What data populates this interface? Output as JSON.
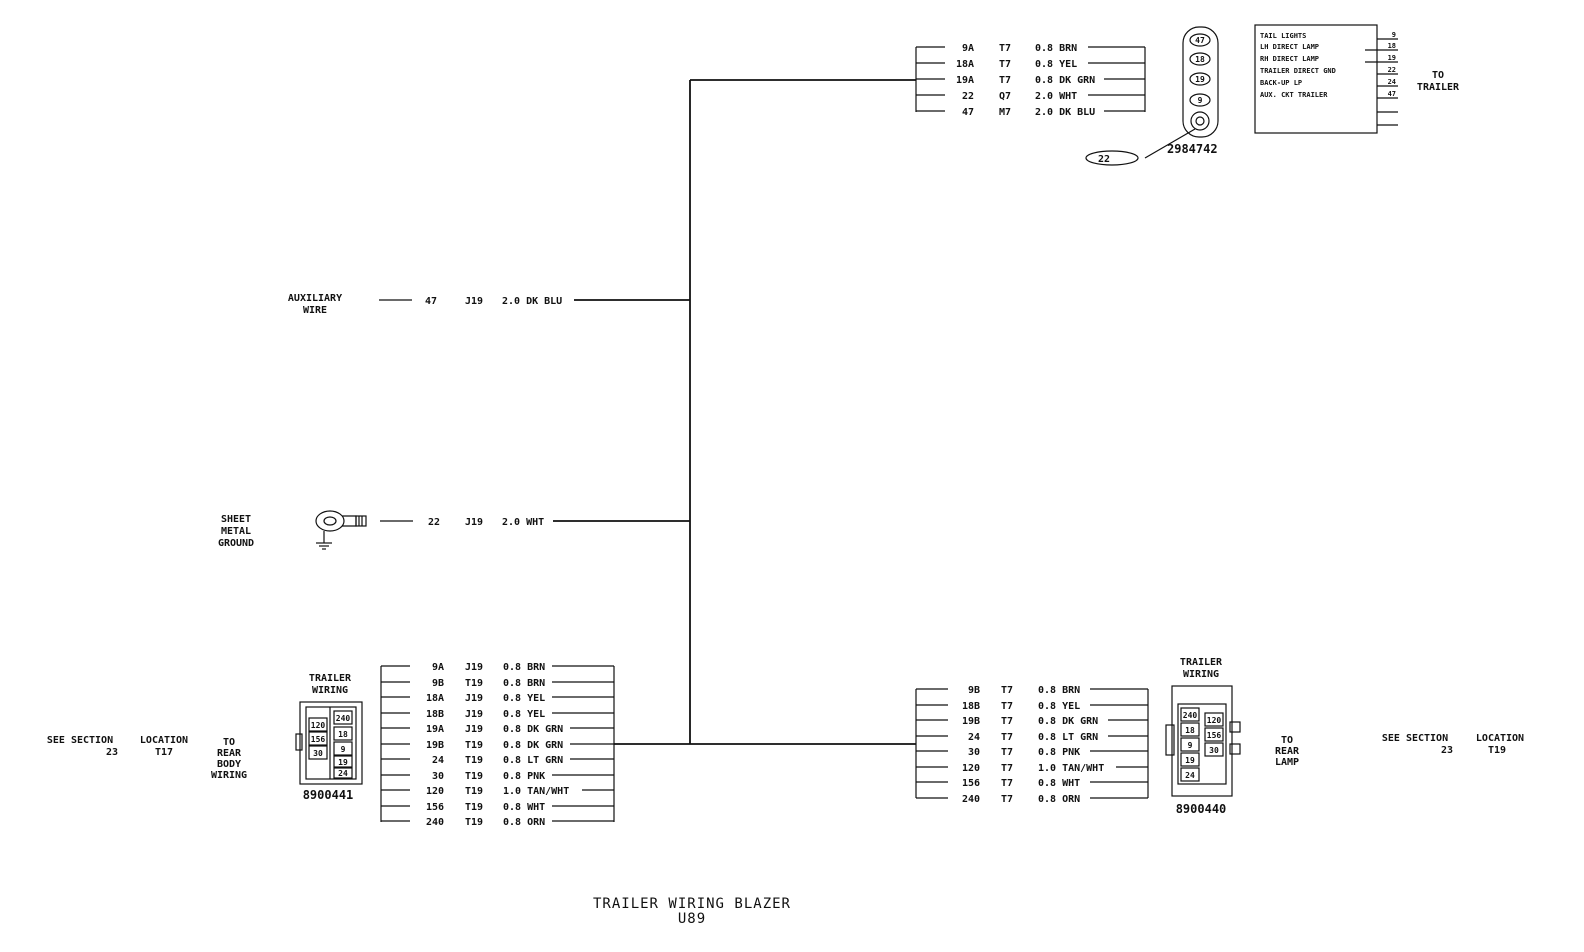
{
  "title": {
    "line1": "TRAILER WIRING BLAZER",
    "line2": "U89"
  },
  "top_trailer_connector": {
    "wires": [
      {
        "circuit": "9A",
        "location": "T7",
        "wire": "0.8 BRN"
      },
      {
        "circuit": "18A",
        "location": "T7",
        "wire": "0.8 YEL"
      },
      {
        "circuit": "19A",
        "location": "T7",
        "wire": "0.8 DK GRN"
      },
      {
        "circuit": "22",
        "location": "Q7",
        "wire": "2.0 WHT"
      },
      {
        "circuit": "47",
        "location": "M7",
        "wire": "2.0 DK BLU"
      }
    ],
    "pins": [
      "47",
      "18",
      "19",
      "9",
      ""
    ],
    "part_number": "2984742",
    "ground_tag": "22"
  },
  "trailer_functions": {
    "items": [
      {
        "label": "TAIL LIGHTS",
        "circuit": "9"
      },
      {
        "label": "LH DIRECT LAMP",
        "circuit": "18"
      },
      {
        "label": "RH DIRECT LAMP",
        "circuit": "19"
      },
      {
        "label": "TRAILER DIRECT GND",
        "circuit": "22"
      },
      {
        "label": "BACK-UP LP",
        "circuit": "24"
      },
      {
        "label": "AUX. CKT TRAILER",
        "circuit": "47"
      }
    ],
    "destination": [
      "TO",
      "TRAILER"
    ]
  },
  "auxiliary": {
    "label": [
      "AUXILIARY",
      "WIRE"
    ],
    "circuit": "47",
    "location": "J19",
    "wire": "2.0 DK BLU"
  },
  "ground": {
    "label": [
      "SHEET",
      "METAL",
      "GROUND"
    ],
    "circuit": "22",
    "location": "J19",
    "wire": "2.0 WHT"
  },
  "left_connector": {
    "title": [
      "TRAILER",
      "WIRING"
    ],
    "part_number": "8900441",
    "pins": [
      "120",
      "240",
      "156",
      "18",
      "30",
      "9",
      "19",
      "24"
    ],
    "wires": [
      {
        "circuit": "9A",
        "location": "J19",
        "wire": "0.8 BRN"
      },
      {
        "circuit": "9B",
        "location": "T19",
        "wire": "0.8 BRN"
      },
      {
        "circuit": "18A",
        "location": "J19",
        "wire": "0.8 YEL"
      },
      {
        "circuit": "18B",
        "location": "J19",
        "wire": "0.8 YEL"
      },
      {
        "circuit": "19A",
        "location": "J19",
        "wire": "0.8 DK GRN"
      },
      {
        "circuit": "19B",
        "location": "T19",
        "wire": "0.8 DK GRN"
      },
      {
        "circuit": "24",
        "location": "T19",
        "wire": "0.8 LT GRN"
      },
      {
        "circuit": "30",
        "location": "T19",
        "wire": "0.8 PNK"
      },
      {
        "circuit": "120",
        "location": "T19",
        "wire": "1.0 TAN/WHT"
      },
      {
        "circuit": "156",
        "location": "T19",
        "wire": "0.8 WHT"
      },
      {
        "circuit": "240",
        "location": "T19",
        "wire": "0.8 ORN"
      }
    ],
    "to_text": [
      "TO",
      "REAR",
      "BODY",
      "WIRING"
    ],
    "see_section": "SEE SECTION",
    "section_number": "23",
    "location_label": "LOCATION",
    "location_value": "T17"
  },
  "right_connector": {
    "title": [
      "TRAILER",
      "WIRING"
    ],
    "part_number": "8900440",
    "pins": [
      "240",
      "120",
      "18",
      "156",
      "9",
      "30",
      "19",
      "24"
    ],
    "wires": [
      {
        "circuit": "9B",
        "location": "T7",
        "wire": "0.8 BRN"
      },
      {
        "circuit": "18B",
        "location": "T7",
        "wire": "0.8 YEL"
      },
      {
        "circuit": "19B",
        "location": "T7",
        "wire": "0.8 DK GRN"
      },
      {
        "circuit": "24",
        "location": "T7",
        "wire": "0.8 LT GRN"
      },
      {
        "circuit": "30",
        "location": "T7",
        "wire": "0.8 PNK"
      },
      {
        "circuit": "120",
        "location": "T7",
        "wire": "1.0 TAN/WHT"
      },
      {
        "circuit": "156",
        "location": "T7",
        "wire": "0.8 WHT"
      },
      {
        "circuit": "240",
        "location": "T7",
        "wire": "0.8 ORN"
      }
    ],
    "to_text": [
      "TO",
      "REAR",
      "LAMP"
    ],
    "see_section": "SEE SECTION",
    "section_number": "23",
    "location_label": "LOCATION",
    "location_value": "T19"
  }
}
